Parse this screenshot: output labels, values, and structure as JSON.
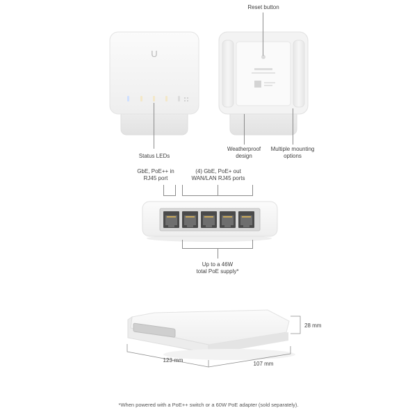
{
  "callouts": {
    "reset": "Reset button",
    "status_leds": "Status LEDs",
    "weatherproof": [
      "Weatherproof",
      "design"
    ],
    "mounting": [
      "Multiple mounting",
      "options"
    ],
    "input_port": [
      "GbE, PoE++ in",
      "RJ45 port"
    ],
    "output_ports": [
      "(4) GbE, PoE+ out",
      "WAN/LAN RJ45 ports"
    ],
    "poe_budget": [
      "Up to a 46W",
      "total PoE supply*"
    ]
  },
  "dimensions": {
    "height": "28 mm",
    "width": "123 mm",
    "depth": "107 mm"
  },
  "footnote": "*When powered with a PoE++ switch or a 60W PoE adapter (sold separately).",
  "device": {
    "logo_glyph": "U",
    "port_count": 5
  }
}
